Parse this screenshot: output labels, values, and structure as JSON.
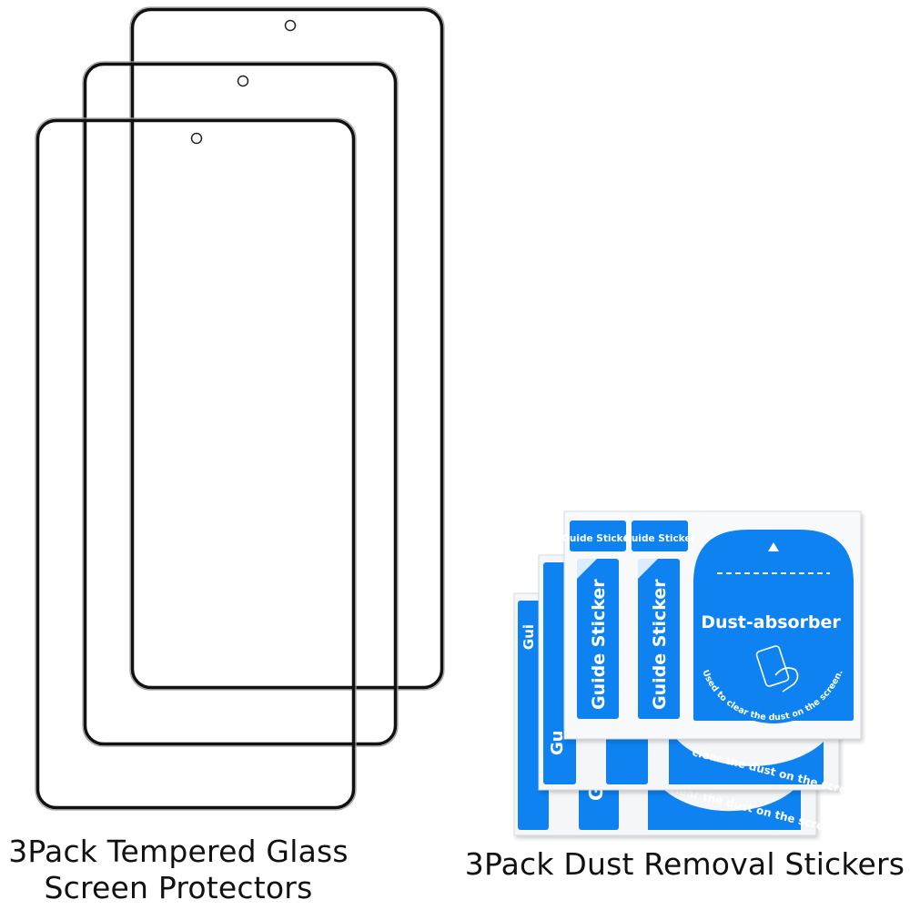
{
  "captions": {
    "glass_line1": "3Pack Tempered Glass",
    "glass_line2": "Screen Protectors",
    "stickers": "3Pack Dust Removal Stickers"
  },
  "sticker_text": {
    "guide": "Guide Sticker",
    "dust_absorber": "Dust-absorber",
    "dust_usage": "Used to clear the dust on the screen.",
    "dust_usage_partial": "clear the dust on the screen",
    "guide_partial_a": "Gui",
    "guide_partial_b": "Gu",
    "guide_partial_c": "G"
  },
  "colors": {
    "sticker_blue": "#0d82f0",
    "background": "#ffffff",
    "frame_black": "#111111"
  }
}
